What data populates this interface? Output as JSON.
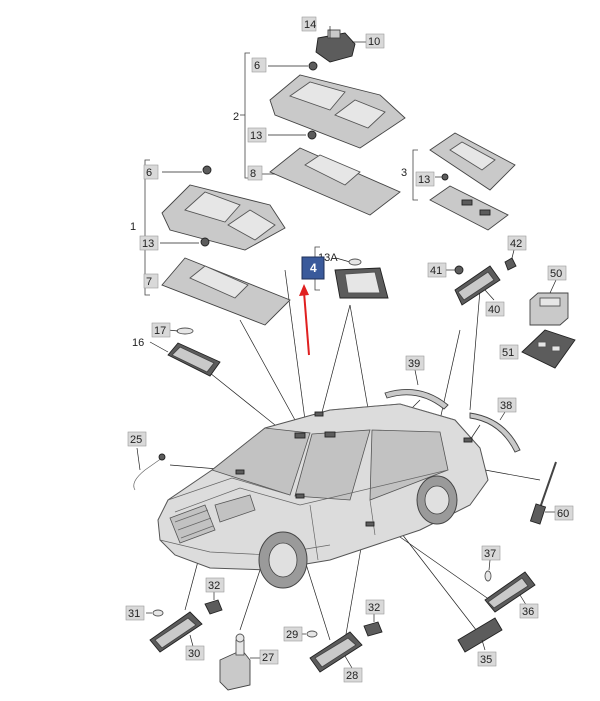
{
  "highlight": {
    "text": "4",
    "bg": "#3a5a9b",
    "arrow_color": "#e02020"
  },
  "callouts": {
    "c14": "14",
    "c10": "10",
    "c6a": "6",
    "c2": "2",
    "c13a": "13",
    "c8": "8",
    "c3": "3",
    "c13b": "13",
    "c6b": "6",
    "c1": "1",
    "c13c": "13",
    "c7": "7",
    "c13A": "13A",
    "c42": "42",
    "c41": "41",
    "c40": "40",
    "c50": "50",
    "c17": "17",
    "c16": "16",
    "c51": "51",
    "c39": "39",
    "c38": "38",
    "c25": "25",
    "c60": "60",
    "c37": "37",
    "c32a": "32",
    "c31": "31",
    "c36": "36",
    "c29": "29",
    "c32b": "32",
    "c30": "30",
    "c27": "27",
    "c35": "35",
    "c28": "28"
  }
}
